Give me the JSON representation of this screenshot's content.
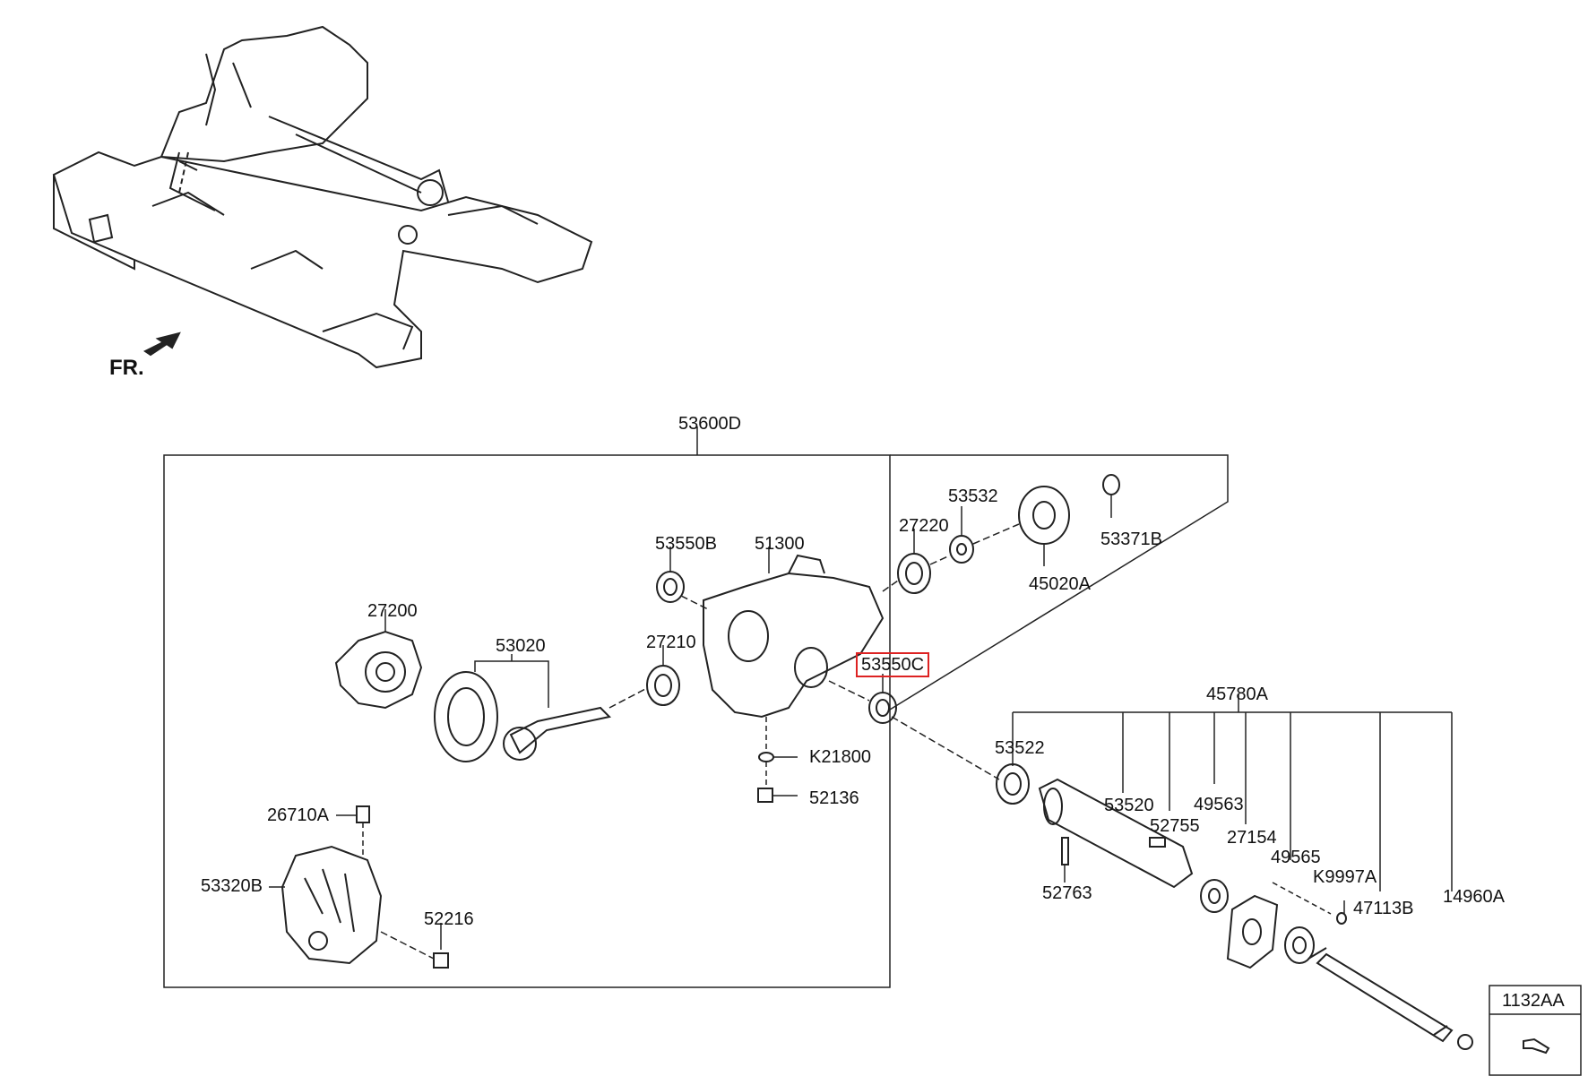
{
  "front_indicator": "FR.",
  "parts": {
    "p53600D": "53600D",
    "p53532": "53532",
    "p27220": "27220",
    "p53371B": "53371B",
    "p45020A": "45020A",
    "p53550B": "53550B",
    "p51300": "51300",
    "p27200": "27200",
    "p53020": "53020",
    "p27210": "27210",
    "p53550C": "53550C",
    "pK21800": "K21800",
    "p52136": "52136",
    "p26710A": "26710A",
    "p53320B": "53320B",
    "p52216": "52216",
    "p45780A": "45780A",
    "p53522": "53522",
    "p53520": "53520",
    "p49563": "49563",
    "p52755": "52755",
    "p27154": "27154",
    "p49565": "49565",
    "pK9997A": "K9997A",
    "p52763": "52763",
    "p47113B": "47113B",
    "p14960A": "14960A",
    "p1132AA": "1132AA"
  },
  "highlighted_part": "53550C",
  "colors": {
    "line": "#222222",
    "highlight": "#dd2222"
  }
}
